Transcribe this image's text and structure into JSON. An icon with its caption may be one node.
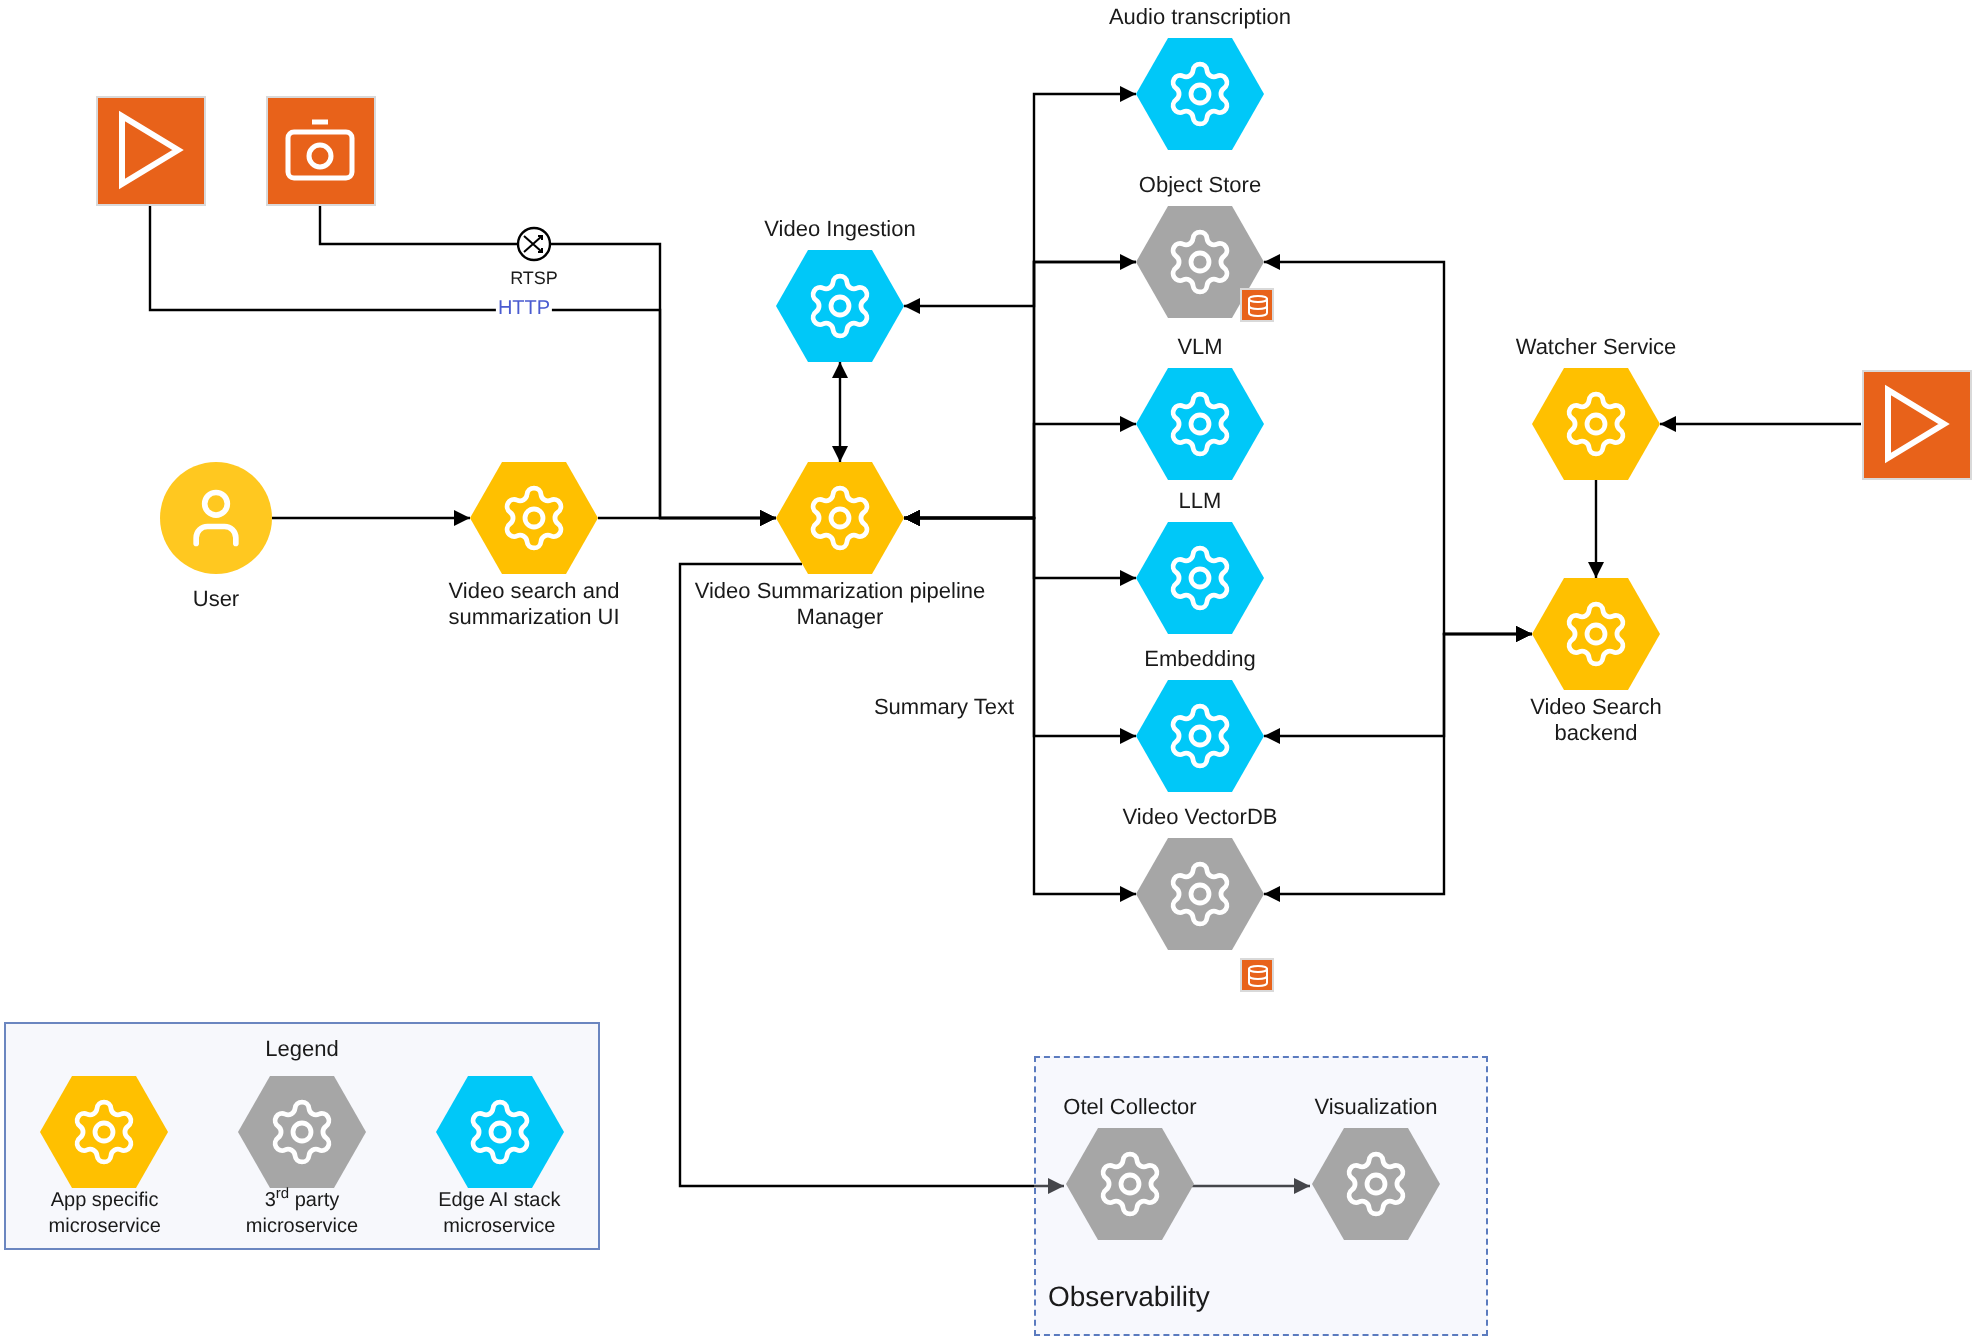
{
  "diagram": {
    "nodes": [
      {
        "text": [],
        "shape": "box"
      },
      {
        "text": [],
        "shape": "box"
      },
      {
        "text": [
          "User"
        ]
      },
      {
        "text": [
          "Video search and summarization UI"
        ]
      },
      {
        "text": [
          "Video Ingestion"
        ]
      },
      {
        "text": [
          "Video Summarization pipeline Manager"
        ]
      },
      {
        "text": [
          "Audio transcription"
        ]
      },
      {
        "text": [
          "Object Store"
        ]
      },
      {
        "text": [
          "VLM"
        ]
      },
      {
        "text": [
          "LLM"
        ]
      },
      {
        "text": [
          "Embedding"
        ]
      },
      {
        "text": [
          "Video VectorDB"
        ]
      },
      {
        "text": [
          "Watcher Service"
        ]
      },
      {
        "text": [
          "Video Search backend"
        ]
      },
      {
        "text": [],
        "shape": "box"
      },
      {
        "text": [
          "Observability"
        ]
      },
      {
        "text": [
          "Otel Collector"
        ],
        "in": 15
      },
      {
        "text": [
          "Visualization"
        ],
        "in": 15
      }
    ],
    "edges": [
      {
        "from": 0,
        "to": 5,
        "arrow": "to",
        "label": "HTTP"
      },
      {
        "from": 1,
        "to": 5,
        "arrow": "to",
        "label": "RTSP"
      },
      {
        "from": 2,
        "to": 3,
        "arrow": "to"
      },
      {
        "from": 3,
        "to": 5,
        "arrow": "to"
      },
      {
        "from": 4,
        "to": 5,
        "arrow": "both"
      },
      {
        "from": 5,
        "to": 6,
        "arrow": "both"
      },
      {
        "from": 5,
        "to": 7,
        "arrow": "both"
      },
      {
        "from": 5,
        "to": 8,
        "arrow": "both"
      },
      {
        "from": 5,
        "to": 9,
        "arrow": "both"
      },
      {
        "from": 5,
        "to": 10,
        "arrow": "both",
        "label": "Summary Text"
      },
      {
        "from": 5,
        "to": 11,
        "arrow": "both"
      },
      {
        "from": 7,
        "to": 4,
        "arrow": "to"
      },
      {
        "from": 13,
        "to": 7,
        "arrow": "both"
      },
      {
        "from": 13,
        "to": 10,
        "arrow": "both"
      },
      {
        "from": 13,
        "to": 11,
        "arrow": "both"
      },
      {
        "from": 14,
        "to": 12,
        "arrow": "to"
      },
      {
        "from": 12,
        "to": 13,
        "arrow": "to"
      },
      {
        "from": 5,
        "to": 16,
        "arrow": "to"
      },
      {
        "from": 16,
        "to": 17,
        "arrow": "to"
      }
    ],
    "labels": [
      "Legend"
    ],
    "legend": [
      {
        "text": "App specific microservice",
        "color": "#ffc000"
      },
      {
        "text": "3$^{rd}$ party microservice",
        "color": "#a6a6a6"
      },
      {
        "text": "Edge AI stack microservice",
        "color": "#00c8f8"
      }
    ]
  }
}
